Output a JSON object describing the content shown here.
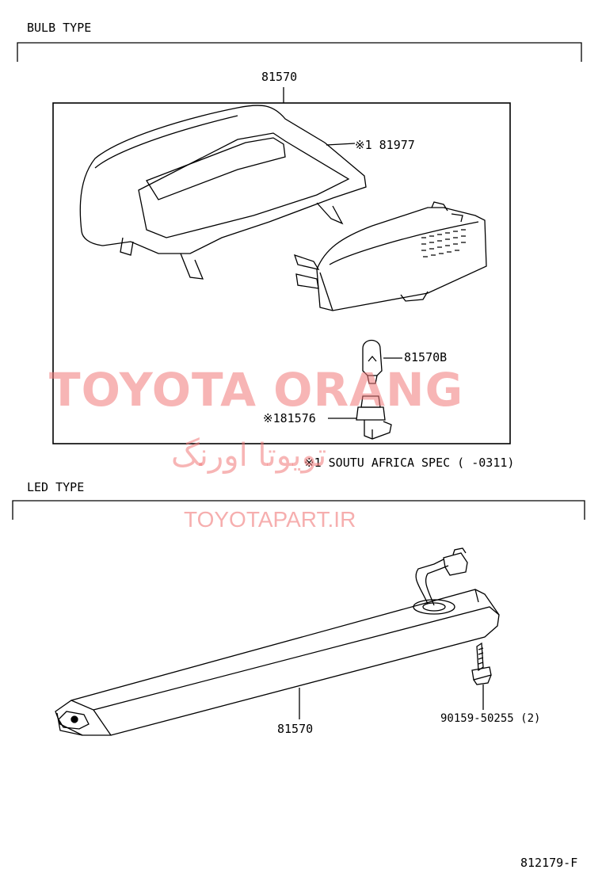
{
  "sections": {
    "bulb_title": "BULB TYPE",
    "led_title": "LED TYPE"
  },
  "bulb_parts": {
    "assembly": "81570",
    "lens": "※1 81977",
    "bulb": "81570B",
    "socket": "※181576"
  },
  "note": "※1 SOUTU AFRICA SPEC (     -0311)",
  "led_parts": {
    "assembly": "81570",
    "screw": "90159-50255 (2)"
  },
  "watermarks": {
    "brand": "TOYOTA ORANG",
    "persian": "تویوتا اورنگ",
    "url": "TOYOTAPART.IR"
  },
  "figure_id": "812179-F",
  "colors": {
    "line": "#000000",
    "watermark": "#f07878"
  }
}
